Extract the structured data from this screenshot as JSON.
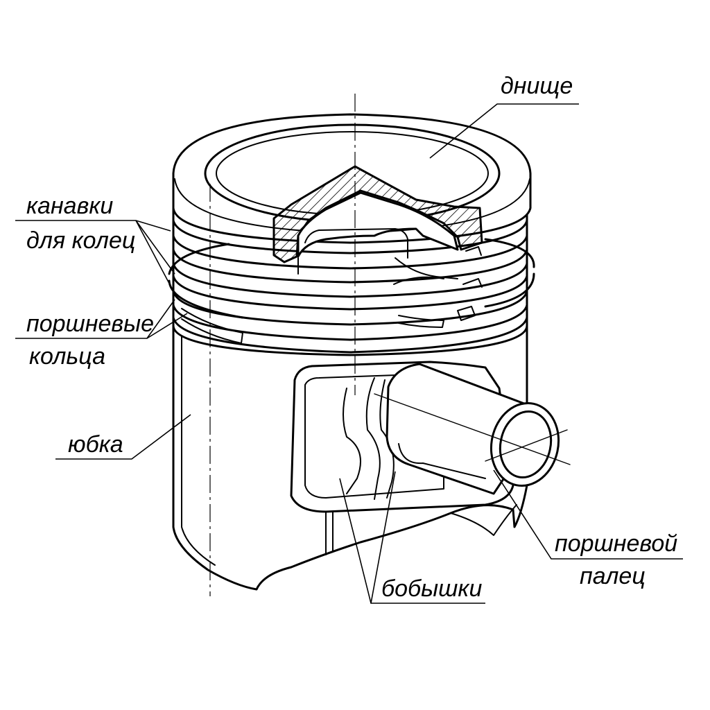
{
  "labels": {
    "crown": "днище",
    "ring_grooves_1": "канавки",
    "ring_grooves_2": "для колец",
    "piston_rings_1": "поршневые",
    "piston_rings_2": "кольца",
    "skirt": "юбка",
    "bosses": "бобышки",
    "pin_1": "поршневой",
    "pin_2": "палец"
  },
  "colors": {
    "ink": "#000000",
    "paper": "#ffffff"
  }
}
